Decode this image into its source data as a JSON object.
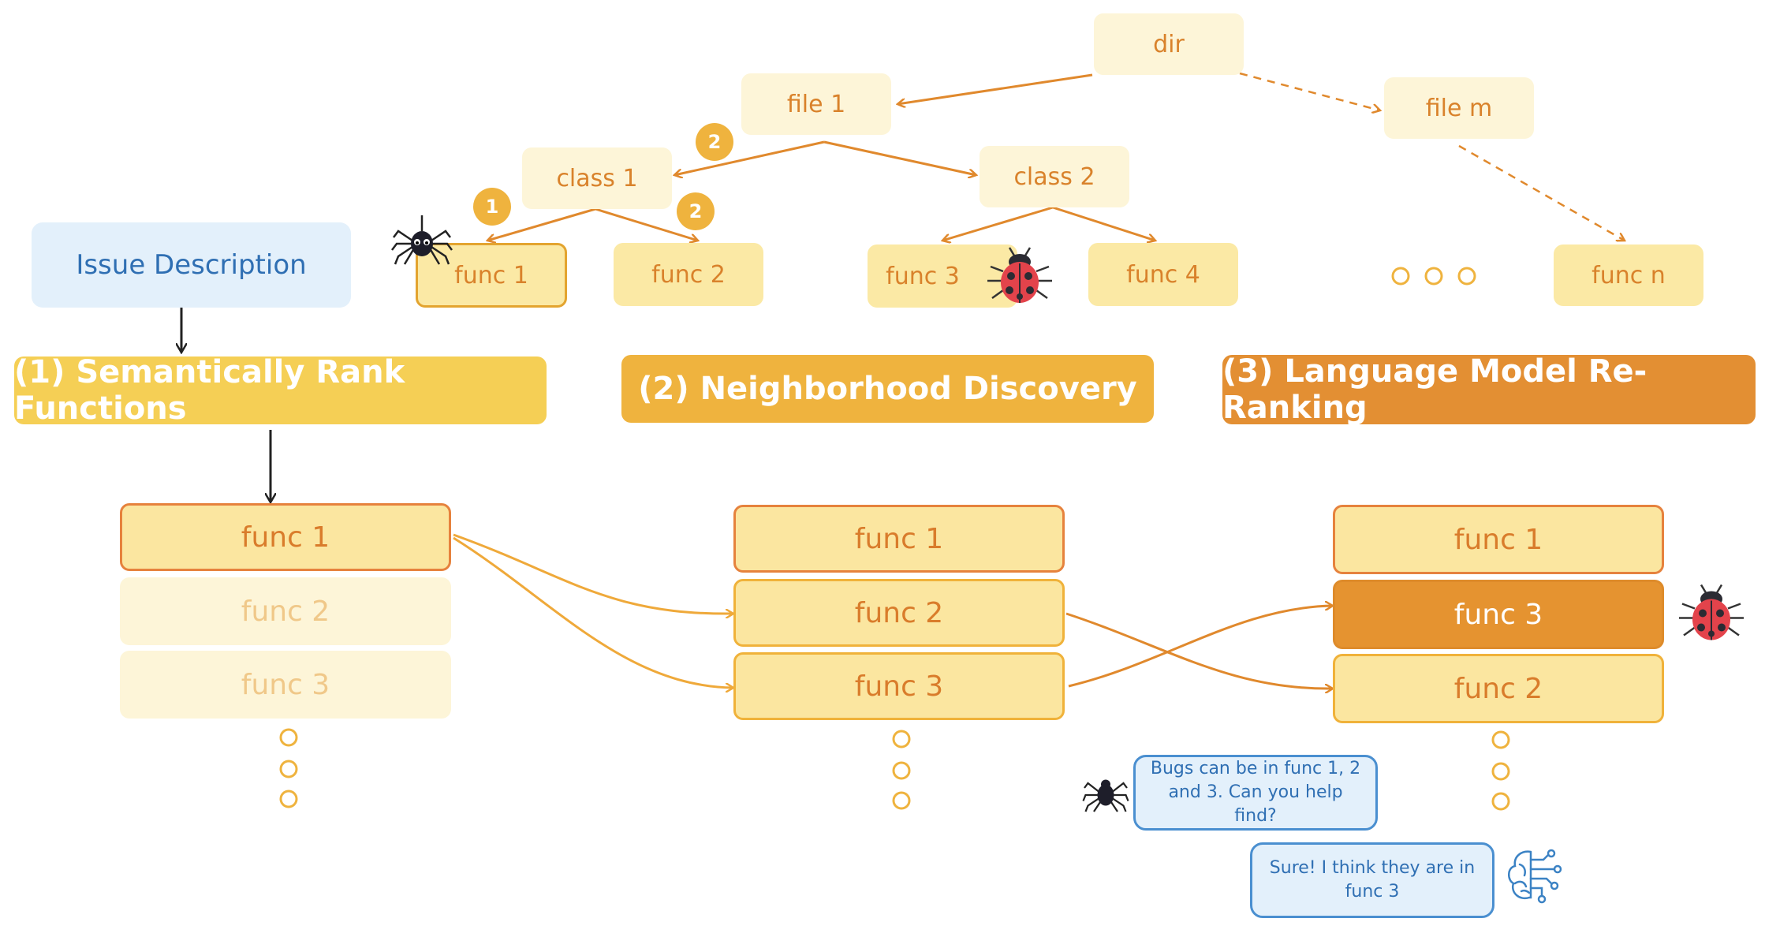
{
  "tree": {
    "dir": "dir",
    "file1": "file 1",
    "filem": "file m",
    "class1": "class 1",
    "class2": "class 2",
    "func1": "func 1",
    "func2": "func 2",
    "func3": "func 3",
    "func4": "func 4",
    "funcn": "func n",
    "badges": [
      "2",
      "1",
      "2"
    ]
  },
  "issue": "Issue Description",
  "steps": {
    "step1": "(1) Semantically Rank Functions",
    "step2": "(2) Neighborhood Discovery",
    "step3": "(3) Language Model Re-Ranking"
  },
  "ranking1": [
    "func 1",
    "func 2",
    "func 3"
  ],
  "ranking2": [
    "func 1",
    "func 2",
    "func 3"
  ],
  "ranking3": [
    "func 1",
    "func 3",
    "func 2"
  ],
  "chat": {
    "user": "Bugs can be in func 1, 2 and 3. Can you help find?",
    "model": "Sure! I think they are in func 3"
  },
  "icons": [
    "spider-icon",
    "ladybug-icon",
    "ai-brain-icon"
  ],
  "colors": {
    "tree_node": "#fdf5d8",
    "leaf_node": "#fbe9a5",
    "text_orange": "#d9822b",
    "issue_bg": "#e3f0fb",
    "issue_text": "#2f6fb3",
    "step1": "#f5cf55",
    "step2": "#efb33e",
    "step3": "#e38f33",
    "arrow": "#e0892d"
  }
}
